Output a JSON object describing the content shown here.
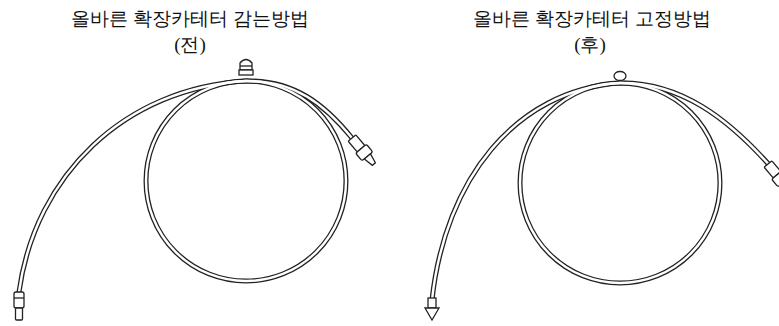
{
  "diagram": {
    "labels": [
      "올바른 확장카테터 감는방법",
      "(전)",
      "올바른 확장카테터 고정방법",
      "(후)"
    ]
  }
}
